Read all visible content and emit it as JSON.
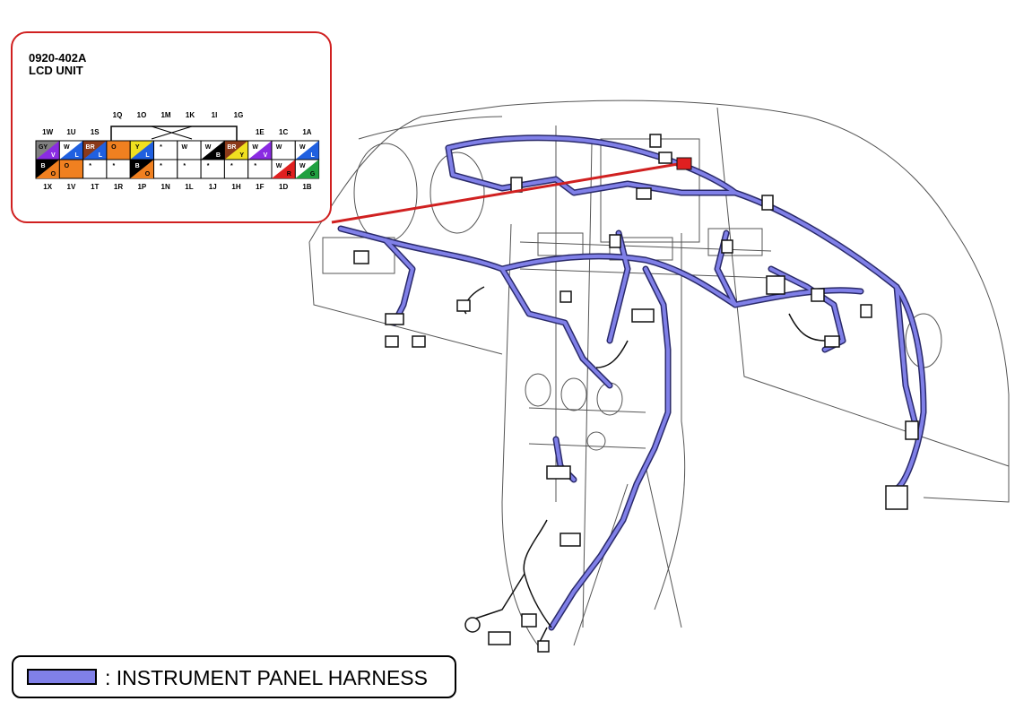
{
  "part_number": "0920-402A",
  "part_name": "LCD UNIT",
  "colors": {
    "harness": "#8080e8",
    "harness_edge": "#2a2a6a",
    "callout_border": "#d02020",
    "connector_red": "#e02020"
  },
  "connector": {
    "bridge_labels": [
      "1Q",
      "1O",
      "1M",
      "1K",
      "1I",
      "1G"
    ],
    "top_labels": [
      "1W",
      "1U",
      "1S",
      "1E",
      "1C",
      "1A"
    ],
    "bottom_labels": [
      "1X",
      "1V",
      "1T",
      "1R",
      "1P",
      "1N",
      "1L",
      "1J",
      "1H",
      "1F",
      "1D",
      "1B"
    ],
    "top_row": [
      {
        "t": "GY",
        "b": "V",
        "c1": "#808080",
        "c2": "#8a2be2"
      },
      {
        "t": "W",
        "b": "L",
        "c1": "#ffffff",
        "c2": "#2060e0"
      },
      {
        "t": "BR",
        "b": "L",
        "c1": "#8b3a1a",
        "c2": "#2060e0"
      },
      {
        "t": "O",
        "b": "",
        "c1": "#f08020",
        "c2": "#f08020"
      },
      {
        "t": "Y",
        "b": "L",
        "c1": "#f0e020",
        "c2": "#2060e0"
      },
      {
        "t": "*",
        "b": "",
        "c1": "#ffffff",
        "c2": "#ffffff"
      },
      {
        "t": "W",
        "b": "",
        "c1": "#ffffff",
        "c2": "#ffffff"
      },
      {
        "t": "W",
        "b": "B",
        "c1": "#ffffff",
        "c2": "#000000"
      },
      {
        "t": "BR",
        "b": "Y",
        "c1": "#8b3a1a",
        "c2": "#f0e020"
      },
      {
        "t": "W",
        "b": "V",
        "c1": "#ffffff",
        "c2": "#8a2be2"
      },
      {
        "t": "W",
        "b": "",
        "c1": "#ffffff",
        "c2": "#ffffff"
      },
      {
        "t": "W",
        "b": "L",
        "c1": "#ffffff",
        "c2": "#2060e0"
      }
    ],
    "bottom_row": [
      {
        "t": "B",
        "b": "O",
        "c1": "#000000",
        "c2": "#f08020"
      },
      {
        "t": "O",
        "b": "",
        "c1": "#f08020",
        "c2": "#f08020"
      },
      {
        "t": "*",
        "b": "",
        "c1": "#ffffff",
        "c2": "#ffffff"
      },
      {
        "t": "*",
        "b": "",
        "c1": "#ffffff",
        "c2": "#ffffff"
      },
      {
        "t": "B",
        "b": "O",
        "c1": "#000000",
        "c2": "#f08020"
      },
      {
        "t": "*",
        "b": "",
        "c1": "#ffffff",
        "c2": "#ffffff"
      },
      {
        "t": "*",
        "b": "",
        "c1": "#ffffff",
        "c2": "#ffffff"
      },
      {
        "t": "*",
        "b": "",
        "c1": "#ffffff",
        "c2": "#ffffff"
      },
      {
        "t": "*",
        "b": "",
        "c1": "#ffffff",
        "c2": "#ffffff"
      },
      {
        "t": "*",
        "b": "",
        "c1": "#ffffff",
        "c2": "#ffffff"
      },
      {
        "t": "W",
        "b": "R",
        "c1": "#ffffff",
        "c2": "#e02020"
      },
      {
        "t": "W",
        "b": "G",
        "c1": "#ffffff",
        "c2": "#20a040"
      }
    ]
  },
  "legend": {
    "label": ": INSTRUMENT PANEL HARNESS"
  }
}
